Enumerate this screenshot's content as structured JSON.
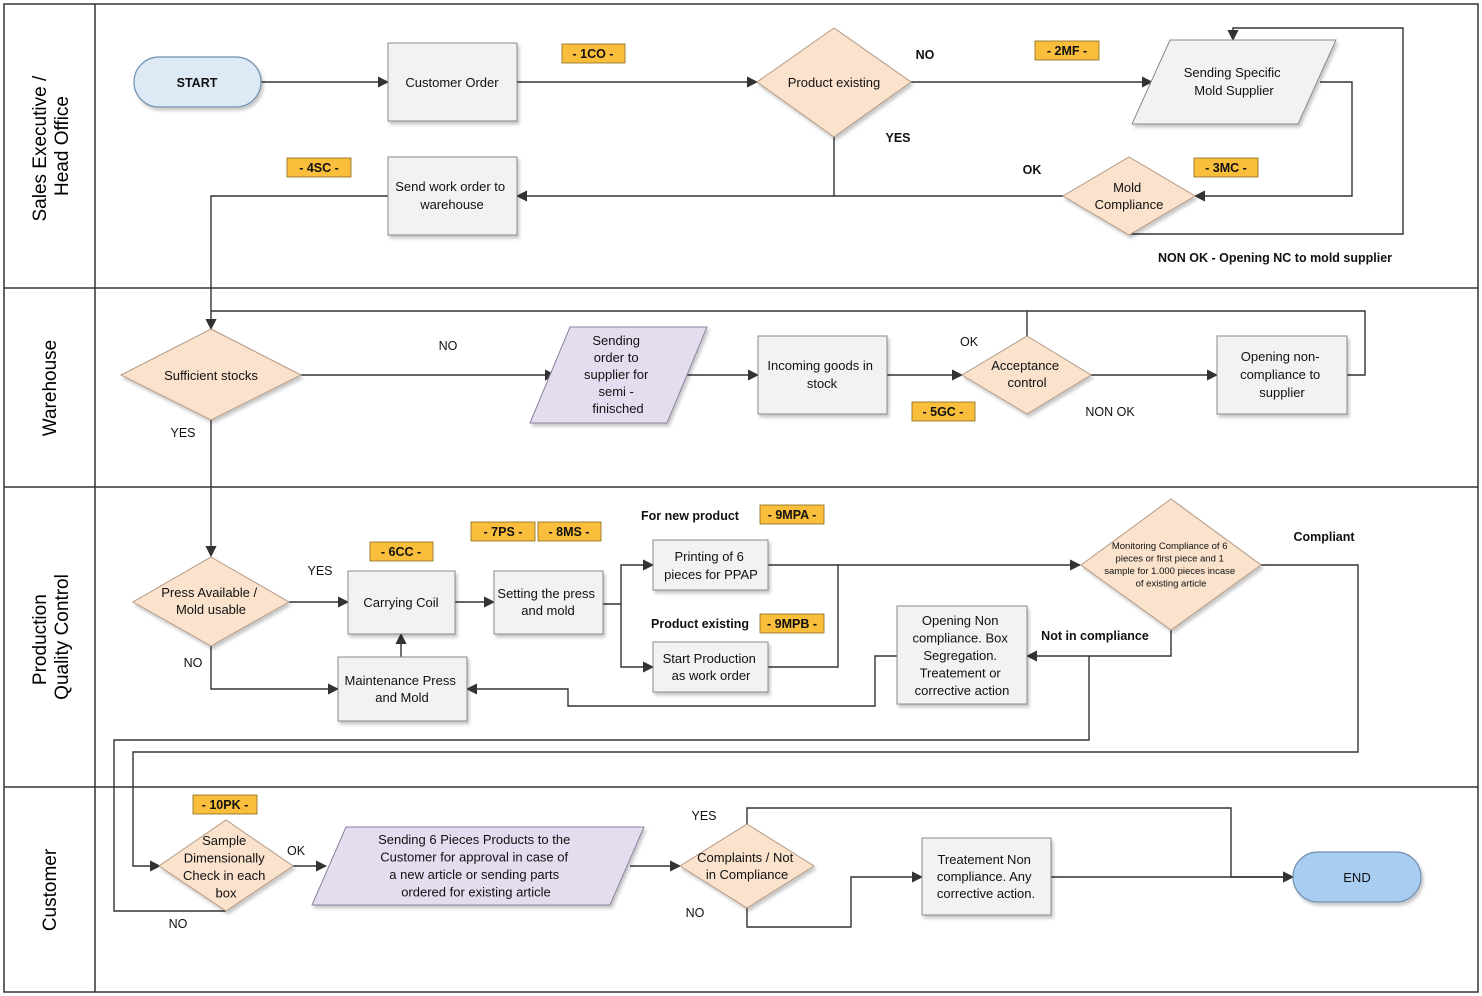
{
  "lanes": [
    {
      "id": "sales",
      "title": [
        "Sales Executive /",
        "Head Office"
      ]
    },
    {
      "id": "warehouse",
      "title": [
        "Warehouse"
      ]
    },
    {
      "id": "production",
      "title": [
        "Production",
        "Quality Control"
      ]
    },
    {
      "id": "customer",
      "title": [
        "Customer"
      ]
    }
  ],
  "nodes": {
    "start": [
      "START"
    ],
    "customer_order": [
      "Customer Order"
    ],
    "product_existing": [
      "Product existing"
    ],
    "sending_mold": [
      "Sending Specific",
      "Mold Supplier"
    ],
    "mold_compliance": [
      "Mold",
      "Compliance"
    ],
    "send_work_order": [
      "Send work order to",
      "warehouse"
    ],
    "sufficient_stocks": [
      "Sufficient stocks"
    ],
    "sending_order_supplier": [
      "Sending",
      "order to",
      "supplier for",
      "semi -",
      "finisched"
    ],
    "incoming_goods": [
      "Incoming goods in",
      "stock"
    ],
    "acceptance_control": [
      "Acceptance",
      "control"
    ],
    "opening_nc_supplier": [
      "Opening non-",
      "compliance to",
      "supplier"
    ],
    "press_available": [
      "Press Available /",
      "Mold usable"
    ],
    "carrying_coil": [
      "Carrying Coil"
    ],
    "setting_press": [
      "Setting the press",
      "and mold"
    ],
    "printing_ppap": [
      "Printing of 6",
      "pieces for PPAP"
    ],
    "start_production": [
      "Start Production",
      "as work order"
    ],
    "maintenance": [
      "Maintenance Press",
      "and Mold"
    ],
    "opening_nc_box": [
      "Opening Non",
      "compliance. Box",
      "Segregation.",
      "Treatement or",
      "corrective action"
    ],
    "monitoring": [
      "Monitoring Compliance of 6",
      "pieces or first piece and 1",
      "sample for 1.000 pieces incase",
      "of existing article"
    ],
    "sample_check": [
      "Sample",
      "Dimensionally",
      "Check in each",
      "box"
    ],
    "sending_6_pieces": [
      "Sending 6 Pieces Products to the",
      "Customer for approval in case of",
      "a new article or sending parts",
      "ordered for existing article"
    ],
    "complaints": [
      "Complaints / Not",
      "in Compliance"
    ],
    "treatment_nc": [
      "Treatement Non",
      "compliance. Any",
      "corrective action."
    ],
    "end": [
      "END"
    ]
  },
  "tags": {
    "t1": "- 1CO -",
    "t2": "- 2MF -",
    "t3": "- 3MC -",
    "t4": "- 4SC -",
    "t5": "- 5GC -",
    "t6": "- 6CC -",
    "t7": "- 7PS -",
    "t8": "- 8MS -",
    "t9a": "- 9MPA -",
    "t9b": "- 9MPB -",
    "t10": "- 10PK -"
  },
  "labels": {
    "no_product": "NO",
    "yes_product": "YES",
    "ok_mold": "OK",
    "non_ok_mold": "NON OK  - Opening NC to mold supplier",
    "no_stock": "NO",
    "yes_stock": "YES",
    "ok_accept": "OK",
    "non_ok_accept": "NON OK",
    "yes_press": "YES",
    "no_press": "NO",
    "for_new_product": "For new product",
    "product_existing_lbl": "Product existing",
    "compliant": "Compliant",
    "not_in_compliance": "Not in compliance",
    "ok_sample": "OK",
    "no_sample": "NO",
    "yes_complaints": "YES",
    "no_complaints": "NO"
  },
  "colors": {
    "terminal_start_fill": "#dde9f4",
    "terminal_end_fill": "#a9cdf0",
    "terminal_stroke": "#6f8fb0",
    "process_fill": "#f2f2f2",
    "process_stroke": "#8a8a8a",
    "decision_fill": "#fae2cd",
    "decision_stroke": "#b49a84",
    "io_grey_fill": "#f2f2f2",
    "io_purple_fill": "#e4dcef",
    "io_purple_stroke": "#8a80a0",
    "tag_fill": "#f9bf3c",
    "tag_stroke": "#8a6a1a",
    "lane_border": "#333333",
    "connector": "#333333"
  }
}
